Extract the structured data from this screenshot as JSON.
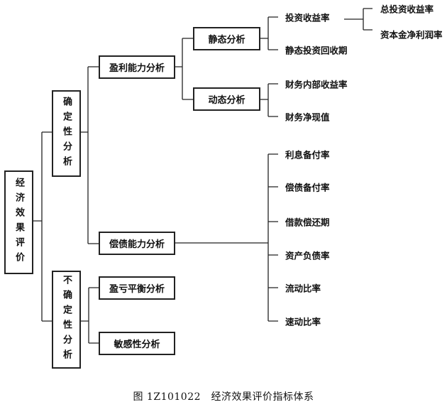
{
  "root": {
    "label": "经济效果评价"
  },
  "certain": {
    "label": "确定性分析",
    "profit": {
      "label": "盈利能力分析",
      "static": {
        "label": "静态分析",
        "items": [
          "投资收益率",
          "静态投资回收期"
        ],
        "roi_sub": [
          "总投资收益率",
          "资本金净利润率"
        ]
      },
      "dynamic": {
        "label": "动态分析",
        "items": [
          "财务内部收益率",
          "财务净现值"
        ]
      }
    },
    "solvency": {
      "label": "偿债能力分析",
      "items": [
        "利息备付率",
        "偿债备付率",
        "借款偿还期",
        "资产负债率",
        "流动比率",
        "速动比率"
      ]
    }
  },
  "uncertain": {
    "label": "不确定性分析",
    "breakeven": {
      "label": "盈亏平衡分析"
    },
    "sensitivity": {
      "label": "敏感性分析"
    }
  },
  "caption": "图 1Z101022　经济效果评价指标体系"
}
